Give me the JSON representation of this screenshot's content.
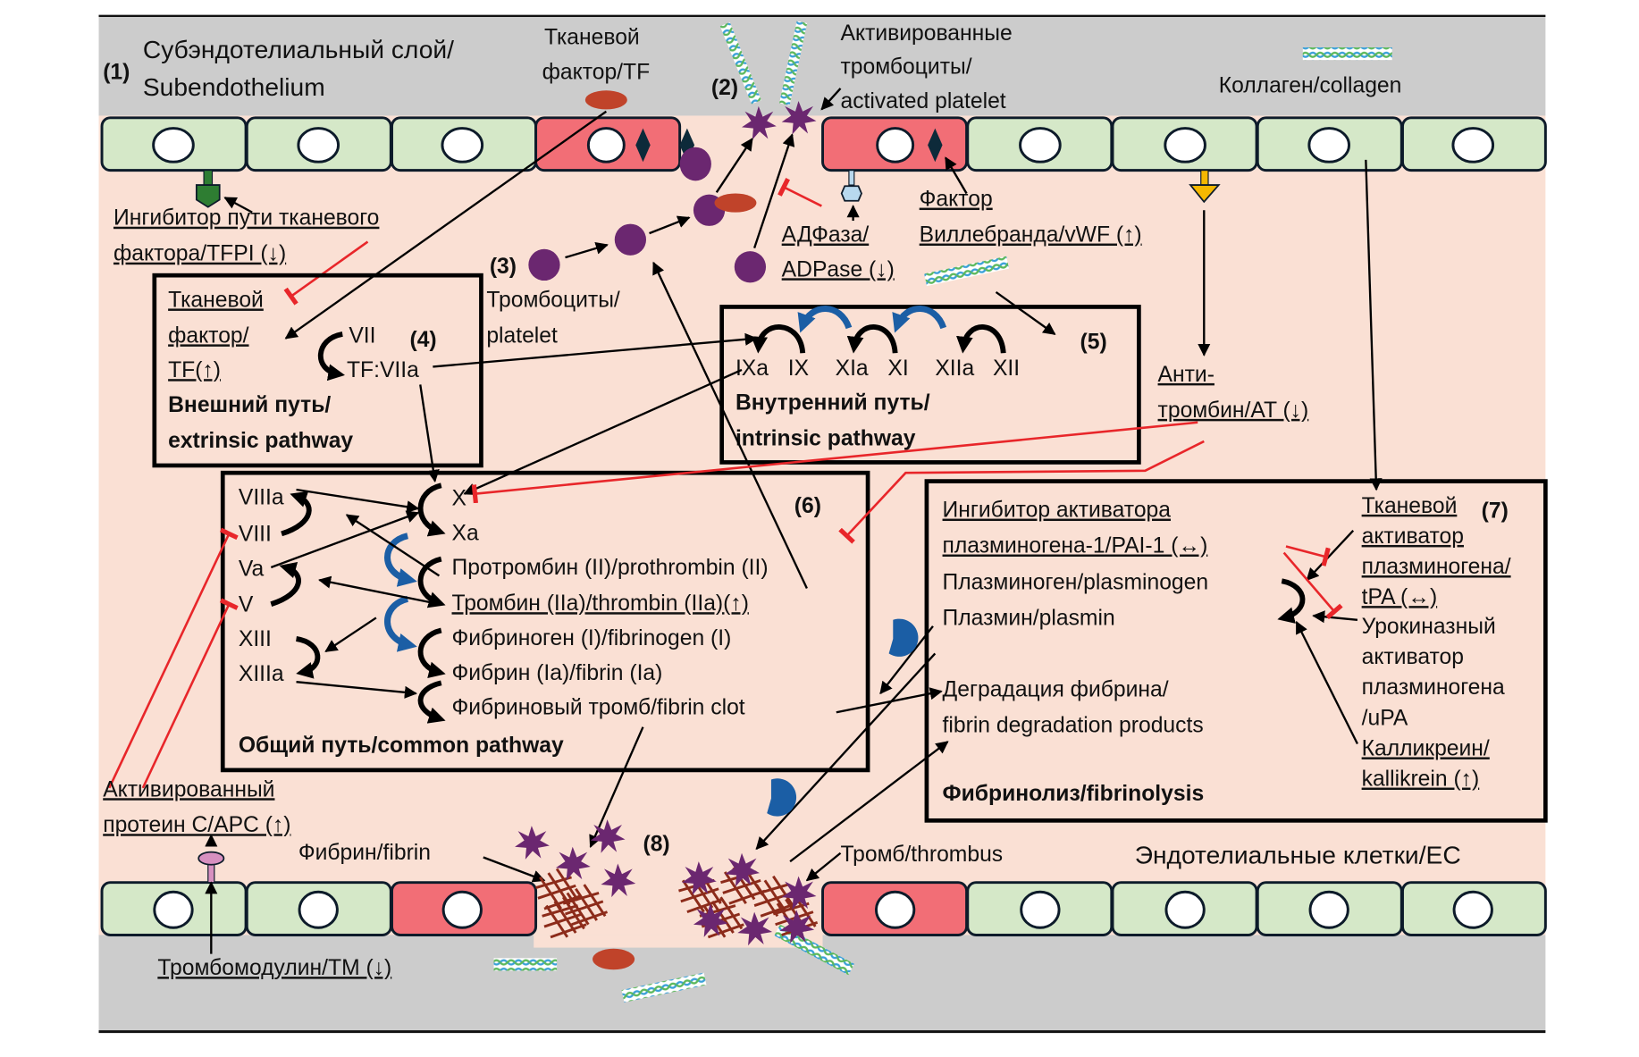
{
  "subendothelium": {
    "num": "(1)",
    "line1": "Субэндотелиальный слой/",
    "line2": "Subendothelium"
  },
  "tissue_factor_top": {
    "line1": "Тканевой",
    "line2": "фактор/TF"
  },
  "activated_platelet": {
    "num": "(2)",
    "line1": "Активированные",
    "line2": "тромбоциты/",
    "line3": "activated platelet"
  },
  "collagen": {
    "label": "Коллаген/collagen"
  },
  "tfpi": {
    "line1": "Ингибитор пути тканевого",
    "line2": "фактора/TFPI (↓)"
  },
  "platelets": {
    "num": "(3)",
    "line1": "Тромбоциты/",
    "line2": "platelet"
  },
  "adpase": {
    "line1": "АДФаза/",
    "line2": "ADPase (↓)"
  },
  "vwf": {
    "line1": "Фактор",
    "line2": "Виллебранда/vWF (↑)"
  },
  "antithrombin": {
    "line1": "Анти-",
    "line2": "тромбин/AT (↓)"
  },
  "extrinsic": {
    "num": "(4)",
    "tf_line1": "Тканевой",
    "tf_line2": "фактор/",
    "tf_line3": "TF(↑)",
    "vii": "VII",
    "tf_viia": "TF:VIIa",
    "title1": "Внешний путь/",
    "title2": "extrinsic pathway"
  },
  "intrinsic": {
    "num": "(5)",
    "factors": [
      "IXa",
      "IX",
      "XIa",
      "XI",
      "XIIa",
      "XII"
    ],
    "title1": "Внутренний путь/",
    "title2": "intrinsic pathway"
  },
  "common": {
    "num": "(6)",
    "left": [
      "VIIIa",
      "VIII",
      "Va",
      "V",
      "XIII",
      "XIIIa"
    ],
    "x": "X",
    "xa": "Xa",
    "prothrombin": "Протромбин (II)/prothrombin (II)",
    "thrombin": "Тромбин (IIa)/thrombin (IIa)(↑)",
    "fibrinogen": "Фибриноген (I)/fibrinogen (I)",
    "fibrin": "Фибрин (Ia)/fibrin (Ia)",
    "clot": "Фибриновый тромб/fibrin clot",
    "title": "Общий путь/common pathway"
  },
  "fibrinolysis": {
    "num": "(7)",
    "pai_line1": "Ингибитор активатора",
    "pai_line2": "плазминогена-1/PAI-1 (↔)",
    "plasminogen": "Плазминоген/plasminogen",
    "plasmin": "Плазмин/plasmin",
    "fdp_line1": "Деградация фибрина/",
    "fdp_line2": "fibrin degradation products",
    "tpa": [
      "Тканевой",
      "активатор",
      "плазминогена/",
      "tPA (↔)"
    ],
    "upa": [
      "Урокиназный",
      "активатор",
      "плазминогена",
      "/uPA"
    ],
    "kallikrein": [
      "Калликреин/",
      "kallikrein (↑)"
    ],
    "title": "Фибринолиз/fibrinolysis"
  },
  "apc": {
    "line1": "Активированный",
    "line2": "протеин C/APC (↑)"
  },
  "thrombus_area": {
    "num": "(8)",
    "fibrin": "Фибрин/fibrin",
    "thrombus": "Тромб/thrombus",
    "ec": "Эндотелиальные клетки/EC"
  },
  "thrombomodulin": {
    "label": "Тромбомодулин/TM (↓)"
  },
  "colors": {
    "subendothelium_bg": "#cccccc",
    "lumen_bg": "#fae0d4",
    "healthy_cell": "#d5e8c8",
    "activated_cell": "#f26e76",
    "platelet": "#6b2770",
    "tissue_factor": "#c0432a",
    "inhibition": "#e8262a",
    "feedback_arrow": "#1b5ea5",
    "fibrin_mesh": "#8c2b1a"
  }
}
